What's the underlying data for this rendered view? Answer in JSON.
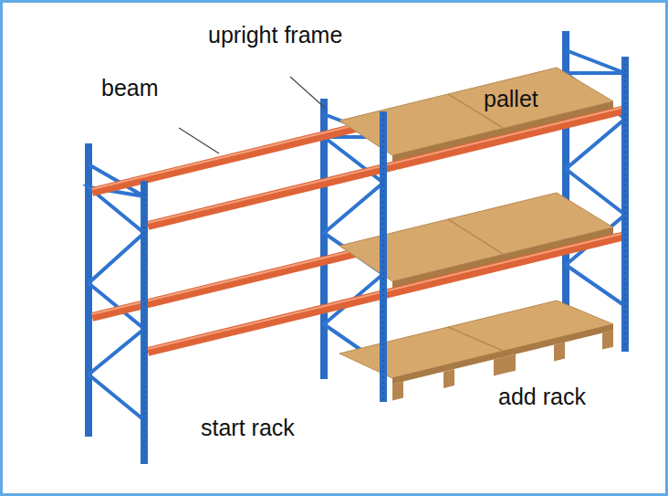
{
  "diagram": {
    "labels": [
      "upright frame",
      "beam",
      "pallet",
      "add rack",
      "start rack"
    ]
  }
}
